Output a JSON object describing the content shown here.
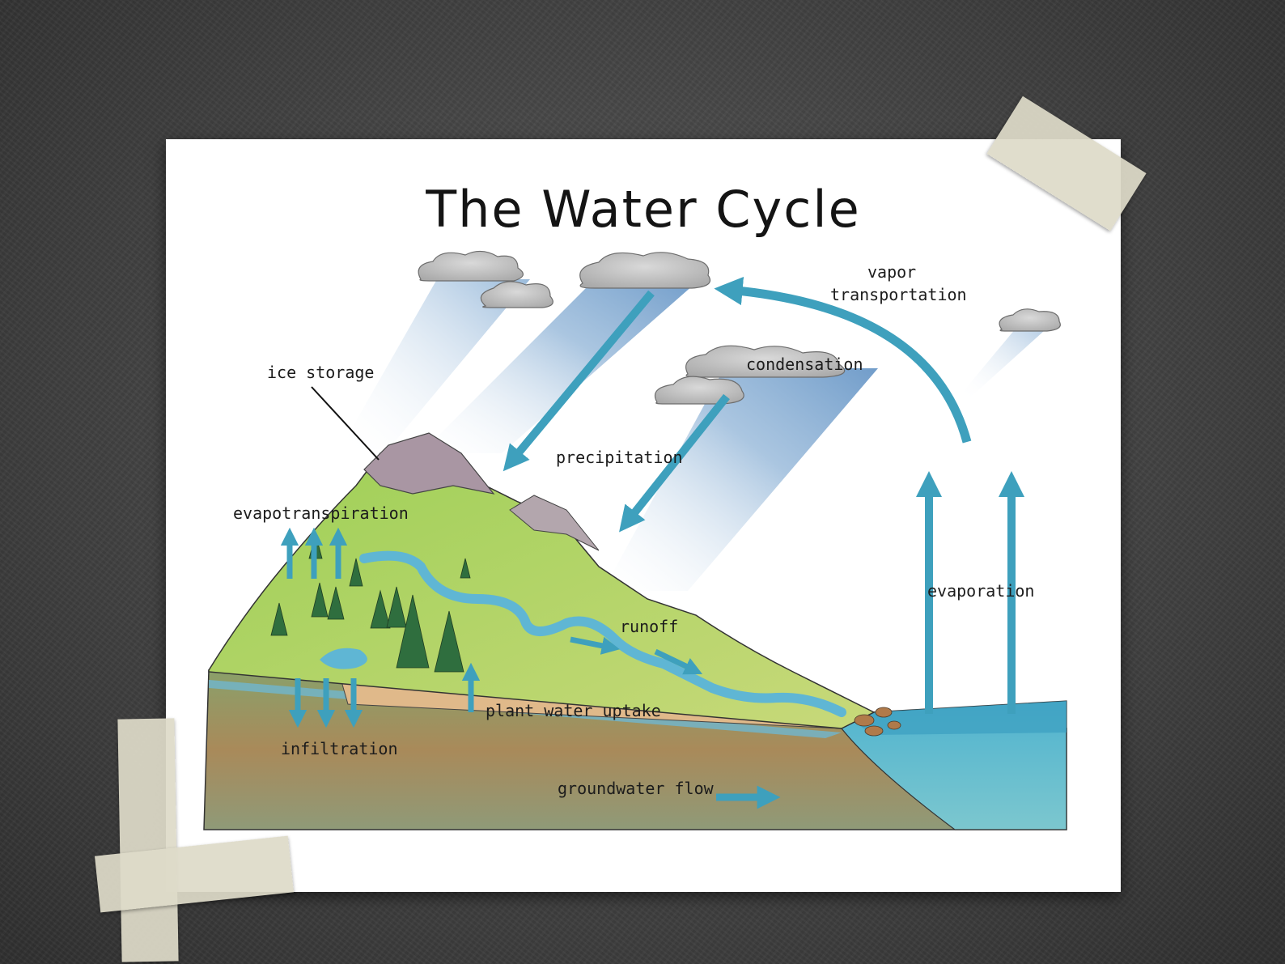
{
  "title": "The Water Cycle",
  "labels": {
    "vapor_transportation_line1": "vapor",
    "vapor_transportation_line2": "transportation",
    "ice_storage": "ice storage",
    "condensation": "condensation",
    "precipitation": "precipitation",
    "evapotranspiration": "evapotranspiration",
    "evaporation": "evaporation",
    "runoff": "runoff",
    "plant_water_uptake": "plant water uptake",
    "infiltration": "infiltration",
    "groundwater_flow": "groundwater flow"
  },
  "colors": {
    "arrow": "#3ea0bd",
    "water": "#5fb6d4",
    "sky_shaft": "#6f9fcb",
    "soil": "#b98a55",
    "grass": "#8fc04a",
    "mountain": "#9a8a95",
    "cloud": "#bdbdbd",
    "board": "#474747",
    "paper": "#ffffff",
    "tape": "#dedac8"
  }
}
